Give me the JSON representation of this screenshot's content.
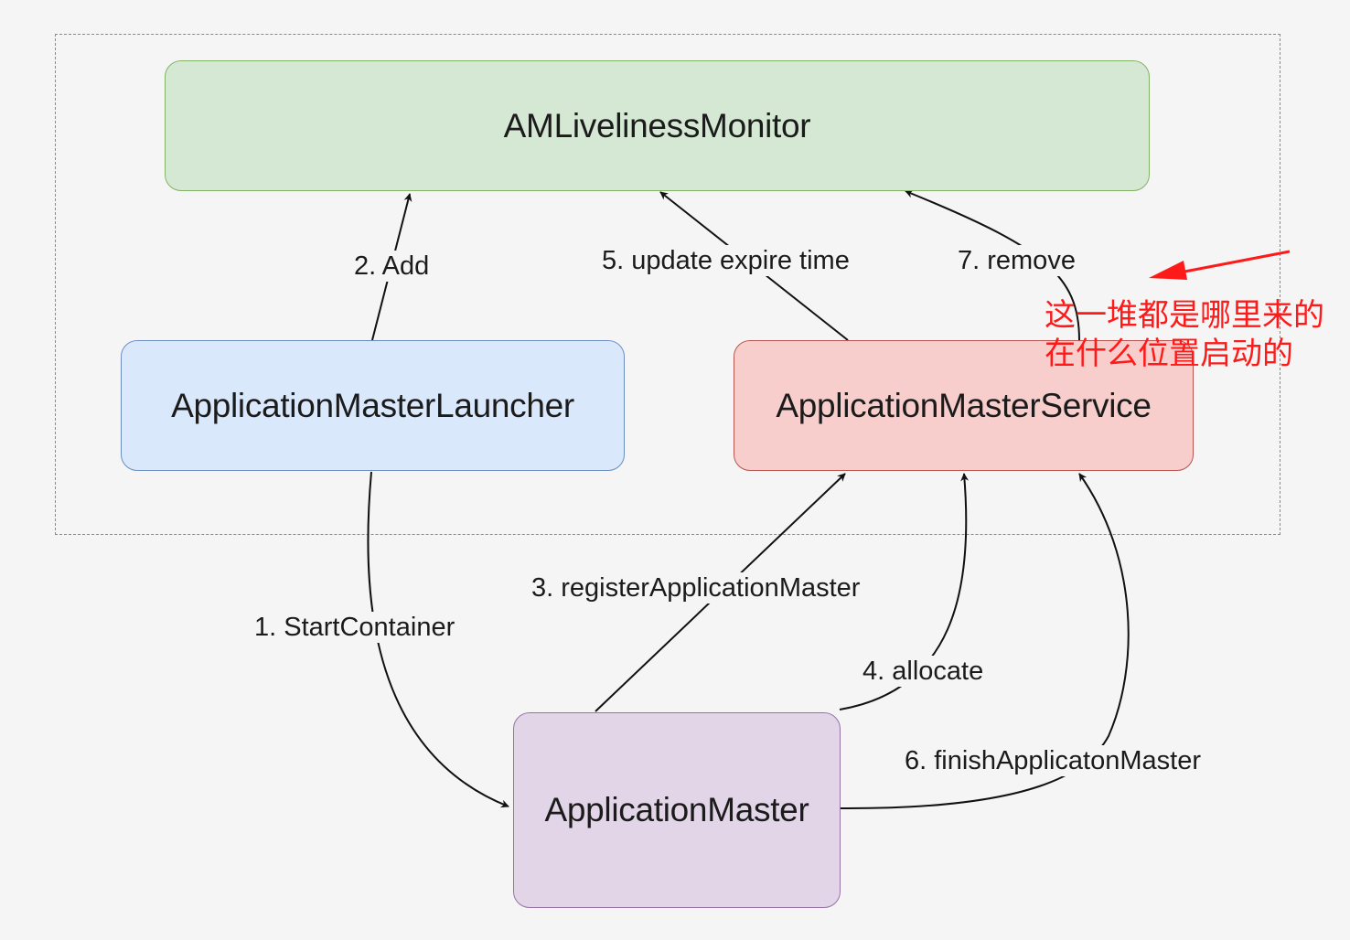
{
  "nodes": {
    "monitor": "AMLivelinessMonitor",
    "launcher": "ApplicationMasterLauncher",
    "service": "ApplicationMasterService",
    "master": "ApplicationMaster"
  },
  "edges": {
    "start_container": "1. StartContainer",
    "add": "2. Add",
    "register": "3. registerApplicationMaster",
    "allocate": "4. allocate",
    "update_expire": "5. update expire time",
    "finish": "6. finishApplicatonMaster",
    "remove": "7. remove"
  },
  "annotation": {
    "line1": "这一堆都是哪里来的",
    "line2": "在什么位置启动的",
    "color": "#ff1a1a"
  },
  "colors": {
    "monitor_fill": "#d5e8d4",
    "launcher_fill": "#dae8fc",
    "service_fill": "#f8cecc",
    "master_fill": "#e1d5e7"
  }
}
